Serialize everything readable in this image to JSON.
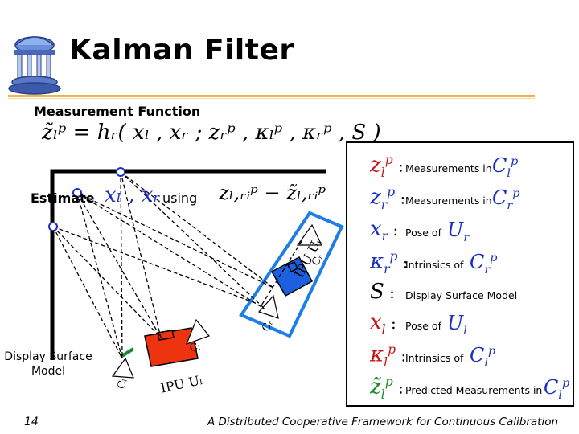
{
  "slide": {
    "title": "Kalman Filter",
    "subheading": "Measurement Function",
    "measurement_equation": "z̃ₗᵖ = hᵣ( xₗ , xᵣ ; zᵣᵖ , κₗᵖ , κᵣᵖ , S )",
    "estimate_label": "Estimate",
    "estimate_vars": "xₗ , xᵣ",
    "using_label": "using",
    "using_expr": "zₗ,ᵣᵢᵖ − z̃ₗ,ᵣᵢᵖ",
    "page_number": "14",
    "footer": "A Distributed Cooperative Framework for Continuous Calibration"
  },
  "legend": [
    {
      "symbol": "z",
      "sub": "l",
      "sup": "p",
      "tilde": false,
      "color": "#c81414",
      "desc": "Measurements in",
      "var": "C",
      "var_sub": "l",
      "var_sup": "p"
    },
    {
      "symbol": "z",
      "sub": "r",
      "sup": "p",
      "tilde": false,
      "color": "#1a2fc0",
      "desc": "Measurements in",
      "var": "C",
      "var_sub": "r",
      "var_sup": "p"
    },
    {
      "symbol": "x",
      "sub": "r",
      "sup": "",
      "tilde": false,
      "color": "#1a2fc0",
      "desc": "Pose of",
      "var": "U",
      "var_sub": "r",
      "var_sup": ""
    },
    {
      "symbol": "κ",
      "sub": "r",
      "sup": "p",
      "tilde": false,
      "color": "#1a2fc0",
      "desc": "Intrinsics of",
      "var": "C",
      "var_sub": "r",
      "var_sup": "p"
    },
    {
      "symbol": "S",
      "sub": "",
      "sup": "",
      "tilde": false,
      "color": "#000000",
      "desc": "Display Surface Model",
      "var": "",
      "var_sub": "",
      "var_sup": ""
    },
    {
      "symbol": "x",
      "sub": "l",
      "sup": "",
      "tilde": false,
      "color": "#c81414",
      "desc": "Pose of",
      "var": "U",
      "var_sub": "l",
      "var_sup": ""
    },
    {
      "symbol": "κ",
      "sub": "l",
      "sup": "p",
      "tilde": false,
      "color": "#c81414",
      "desc": "Intrinsics of",
      "var": "C",
      "var_sub": "l",
      "var_sup": "p"
    },
    {
      "symbol": "z",
      "sub": "l",
      "sup": "p",
      "tilde": true,
      "color": "#1a8a2a",
      "desc": "Predicted Measurements in",
      "var": "C",
      "var_sub": "l",
      "var_sup": "p"
    }
  ],
  "diagram": {
    "display_surface_label": "Display Surface Model",
    "ipu_right": "IPU Uᵣ",
    "ipu_left": "IPU Uₗ",
    "cam_right_top": "Cᵣ",
    "cam_right_bottom": "Cᵣ",
    "cam_left_top": "Cₗ",
    "cam_left_bottom": "Cₗ"
  },
  "colors": {
    "accent_rule": "#e8b64a",
    "blue": "#1a2fc0",
    "red": "#c81414",
    "green": "#1a8a2a",
    "blue_projector": "#1e5fe0",
    "red_projector": "#ee3311"
  }
}
